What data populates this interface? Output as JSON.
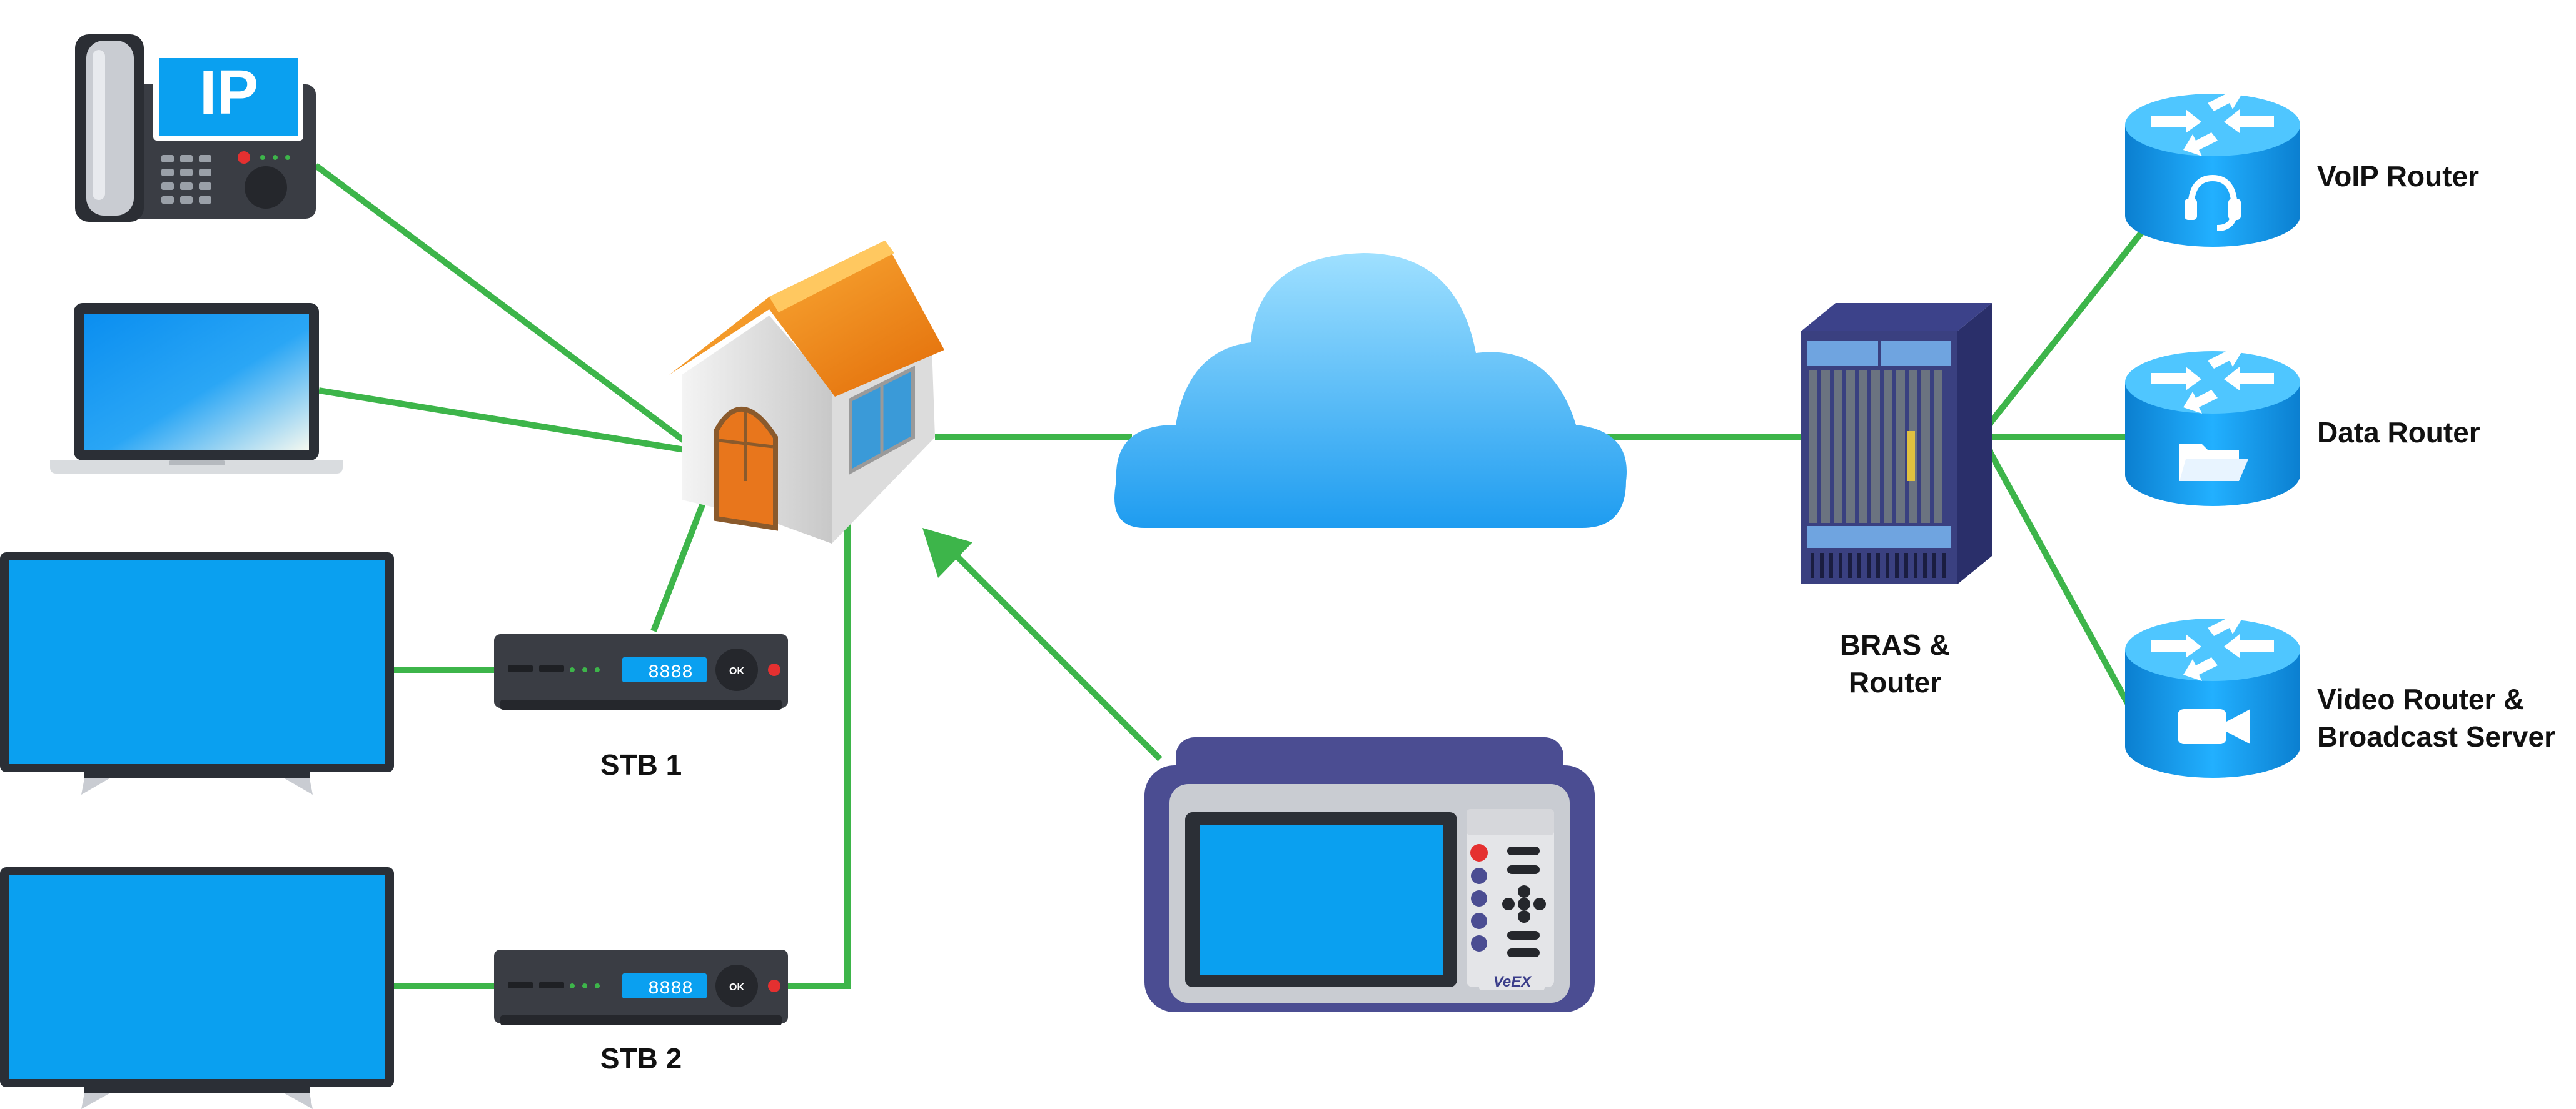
{
  "colors": {
    "link": "#3db54a",
    "screen": "#0aa0f0",
    "cloud_top": "#9fe0ff",
    "cloud_bottom": "#1e9cf0",
    "router_top": "#4fc6ff",
    "router_body": "#0a8ee0",
    "bezel": "#2b2f36",
    "tester_body": "#4b4d92",
    "roof": "#f08a10"
  },
  "icons": {
    "phone": "ip-phone-icon",
    "laptop": "laptop-icon",
    "tv": "television-icon",
    "stb": "set-top-box-icon",
    "house": "house-icon",
    "cloud": "cloud-icon",
    "bras": "chassis-router-icon",
    "router": "router-cylinder-icon",
    "tester": "handheld-test-set-icon",
    "headset": "headset-icon",
    "folder": "folder-icon",
    "camera": "video-camera-icon"
  },
  "ip_phone": {
    "screen_text": "IP"
  },
  "stb_display": "8888",
  "stb_ok": "OK",
  "tester_brand": "VeEX",
  "labels": {
    "stb1": "STB 1",
    "stb2": "STB 2",
    "bras_line1": "BRAS &",
    "bras_line2": "Router",
    "voip_router": "VoIP Router",
    "data_router": "Data Router",
    "video_line1": "Video Router &",
    "video_line2": "Broadcast Server"
  }
}
